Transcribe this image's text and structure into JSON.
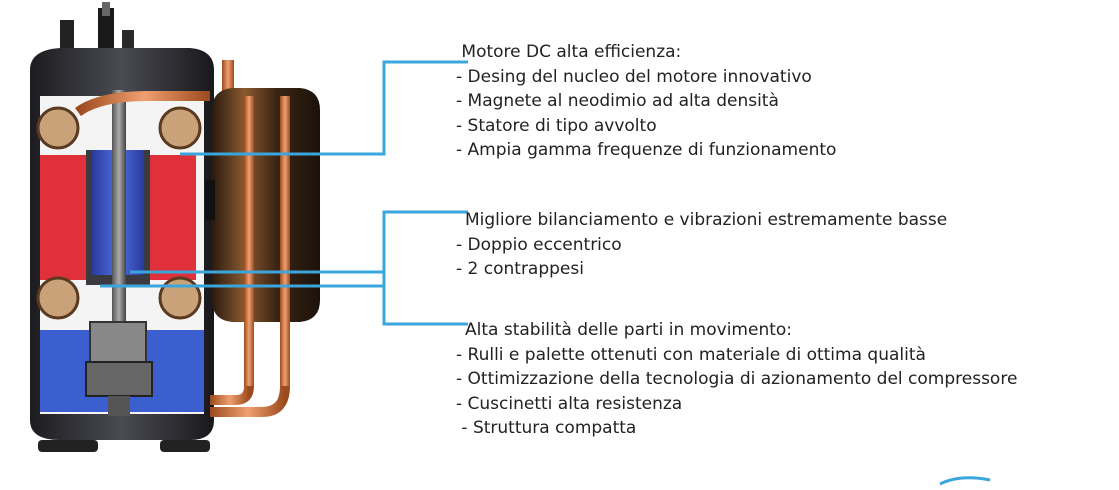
{
  "colors": {
    "leader_line": "#3aa6dc",
    "coil_red": "#e0303a",
    "rotor_blue": "#3a56c8",
    "shell_dark": "#2a2a2e",
    "copper": "#c8743a",
    "oil_blue": "#3c5fd0"
  },
  "callouts": [
    {
      "title": " Motore DC alta efficienza:",
      "items": [
        "- Desing del nucleo del motore innovativo",
        "- Magnete al neodimio ad alta densità",
        "- Statore di tipo avvolto",
        "- Ampia gamma frequenze di funzionamento"
      ]
    },
    {
      "title": "Migliore bilanciamento e vibrazioni estremamente basse",
      "items": [
        "- Doppio eccentrico",
        "- 2 contrappesi"
      ]
    },
    {
      "title": "Alta stabilità delle parti in movimento:",
      "items": [
        "- Rulli e palette ottenuti con materiale di ottima qualità",
        "- Ottimizzazione della tecnologia di azionamento del compressore",
        "- Cuscinetti alta resistenza",
        " - Struttura compatta"
      ]
    }
  ]
}
